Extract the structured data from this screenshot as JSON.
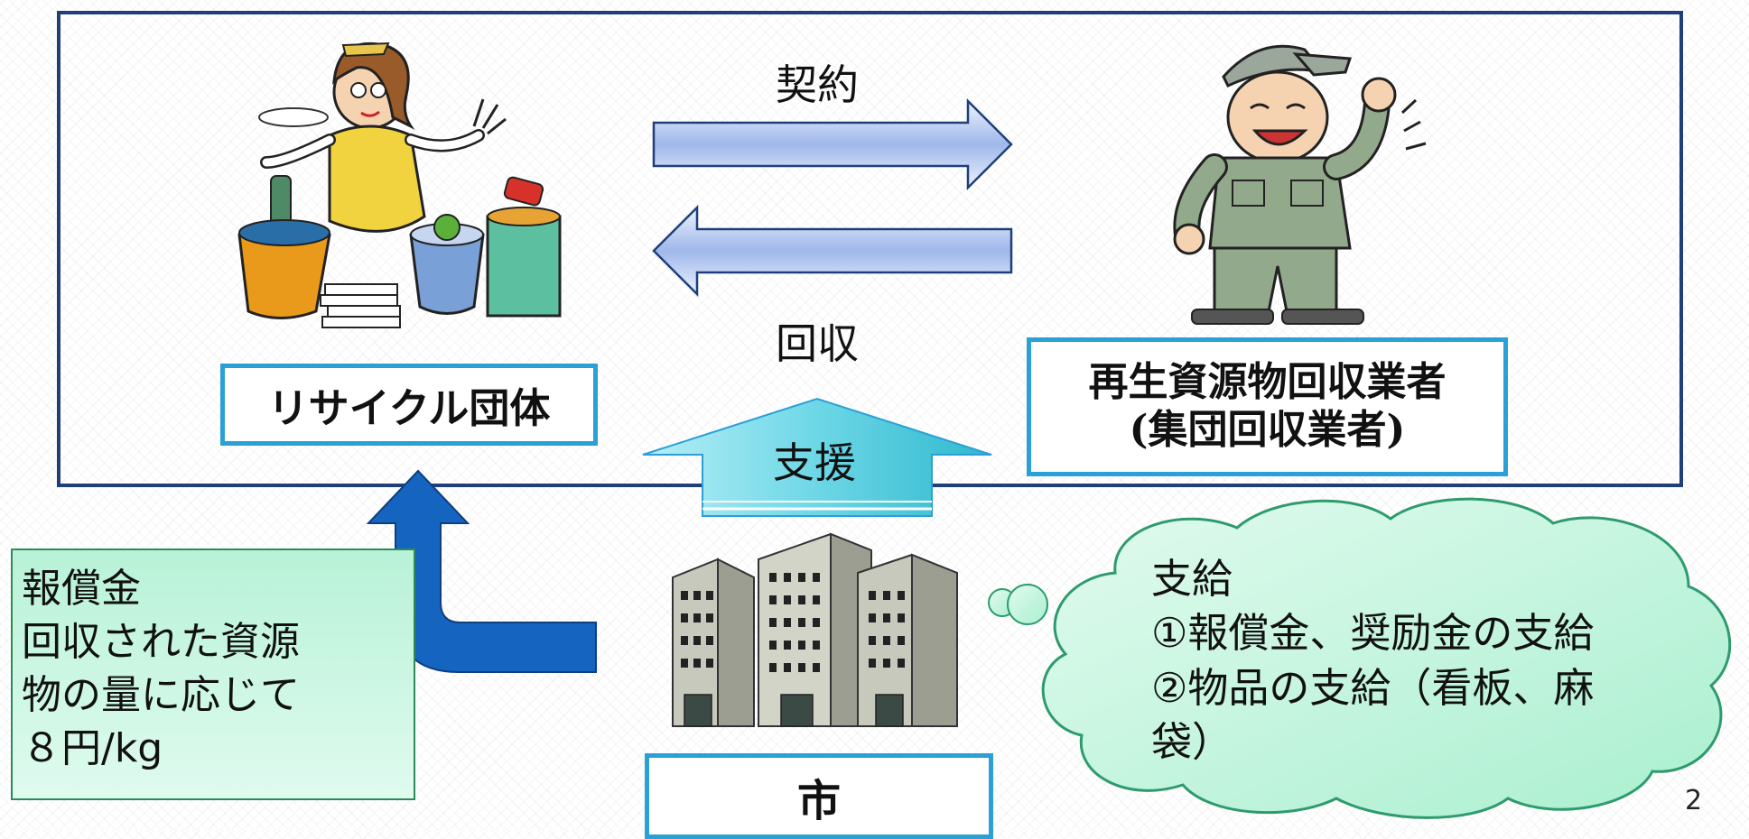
{
  "flow_labels": {
    "contract": "契約",
    "collection": "回収",
    "support": "支援"
  },
  "recycling_group": {
    "label": "リサイクル団体"
  },
  "vendor": {
    "line1": "再生資源物回収業者",
    "line2": "(集団回収業者)"
  },
  "city": {
    "label": "市"
  },
  "reward_note": {
    "lines": [
      "報償金",
      "回収された資源",
      "物の量に応じて",
      "８円/kg"
    ]
  },
  "provision_note": {
    "lines": [
      "支給",
      "①報償金、奨励金の支給",
      "②物品の支給（看板、麻",
      "袋）"
    ]
  },
  "page_number": "2",
  "colors": {
    "frame": "#1f3f7a",
    "box_border": "#2aa0d6",
    "blue_arrow": "#1565c0",
    "cloud_fill": "#b8f2d7",
    "cloud_stroke": "#2e9b6e",
    "support_arrow": "#5fd0e0"
  },
  "icons": [
    "recycling-woman-illustration",
    "collection-worker-illustration",
    "city-hall-buildings-icon"
  ]
}
